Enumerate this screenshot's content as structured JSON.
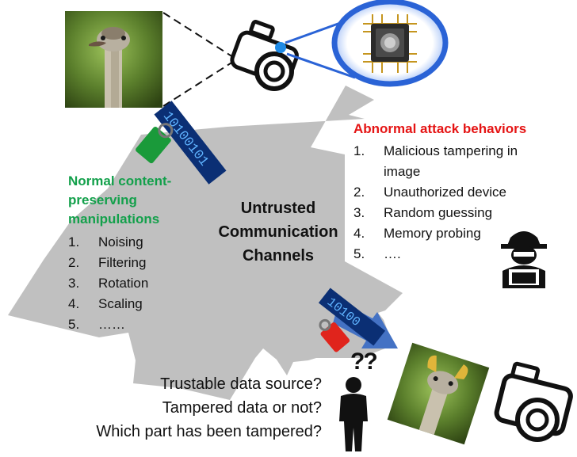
{
  "center": {
    "line1": "Untrusted",
    "line2": "Communication",
    "line3": "Channels"
  },
  "normal": {
    "title": "Normal content-preserving manipulations",
    "items": [
      {
        "num": "1.",
        "text": "Noising"
      },
      {
        "num": "2.",
        "text": "Filtering"
      },
      {
        "num": "3.",
        "text": "Rotation"
      },
      {
        "num": "4.",
        "text": "Scaling"
      },
      {
        "num": "5.",
        "text": "……"
      }
    ]
  },
  "attack": {
    "title": "Abnormal attack behaviors",
    "items": [
      {
        "num": "1.",
        "text": "Malicious tampering in"
      },
      {
        "num": "",
        "text": "image"
      },
      {
        "num": "2.",
        "text": "Unauthorized device"
      },
      {
        "num": "3.",
        "text": "Random guessing"
      },
      {
        "num": "4.",
        "text": "Memory probing"
      },
      {
        "num": "5.",
        "text": "…."
      }
    ]
  },
  "questions": {
    "q1": "Trustable data source?",
    "q2": "Tampered data or not?",
    "q3": "Which part has been tampered?",
    "marks": "??"
  },
  "binary": {
    "top": "10100101",
    "bottom": "10100"
  },
  "colors": {
    "normal_green": "#13a04b",
    "attack_red": "#e51414",
    "cloud_gray": "#c0c0c0",
    "arrow_blue": "#4472c4",
    "chip_glow": "#2a63d6",
    "tag_green": "#1a9a3a",
    "tag_red": "#e0241c"
  },
  "icons": [
    "ostrich-photo",
    "camera-icon",
    "chip-icon",
    "hacker-icon",
    "person-icon",
    "tag-icon",
    "binary-stream"
  ]
}
